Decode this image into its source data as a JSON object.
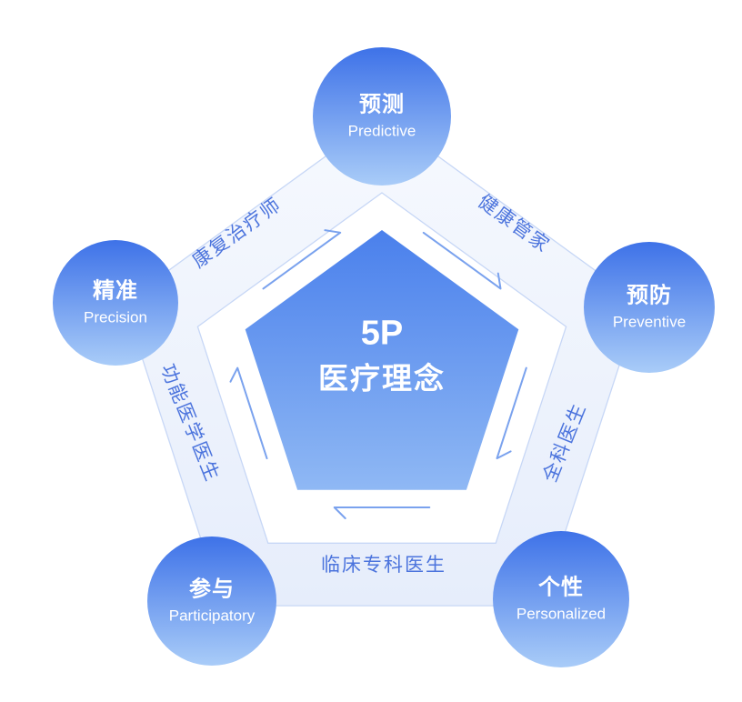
{
  "center": {
    "line1": "5P",
    "line2": "医疗理念"
  },
  "nodes": {
    "predictive": {
      "zh": "预测",
      "en": "Predictive"
    },
    "preventive": {
      "zh": "预防",
      "en": "Preventive"
    },
    "personalized": {
      "zh": "个性",
      "en": "Personalized"
    },
    "participatory": {
      "zh": "参与",
      "en": "Participatory"
    },
    "precision": {
      "zh": "精准",
      "en": "Precision"
    }
  },
  "edge_labels": {
    "rehab_therapist": "康复治疗师",
    "health_manager": "健康管家",
    "general_practitioner": "全科医生",
    "clinical_specialist": "临床专科医生",
    "functional_medicine_doctor": "功能医学医生"
  },
  "flow": {
    "direction": "clockwise"
  },
  "colors": {
    "circle_top": "#3E72E8",
    "circle_bottom": "#A9CCF8",
    "pentagon_top": "#4A80EC",
    "pentagon_bottom": "#8FB8F4",
    "band_top": "#F6F9FE",
    "band_bottom": "#E6EDFB",
    "outline": "#C7D7F6",
    "arrow": "#7AA2EE",
    "edge_label_text": "#4C74DD",
    "node_text": "#FFFFFF"
  }
}
